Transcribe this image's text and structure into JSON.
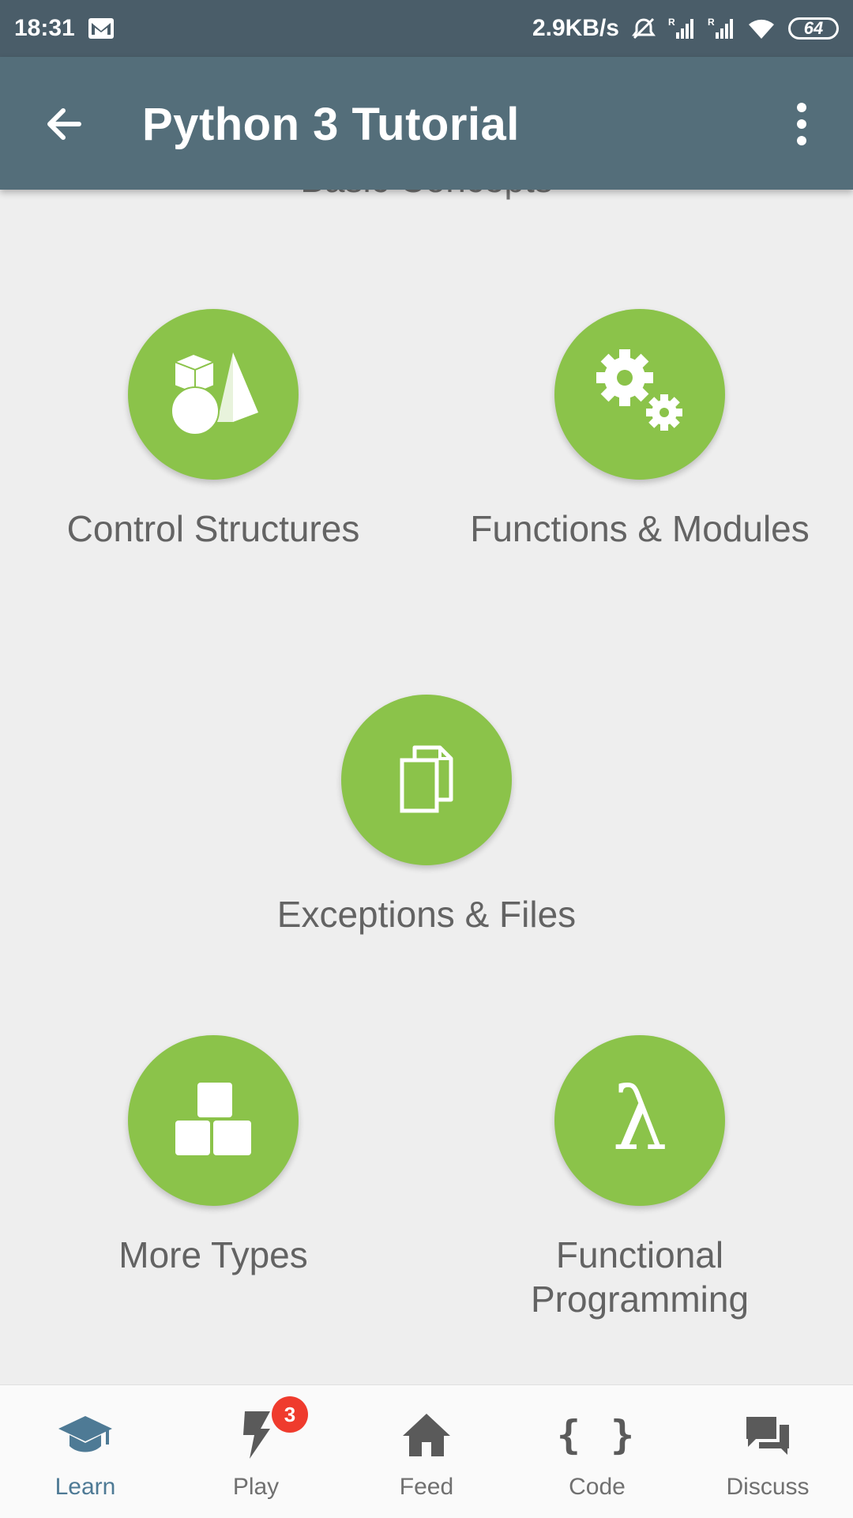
{
  "status_bar": {
    "time": "18:31",
    "net_speed": "2.9KB/s",
    "battery": "64",
    "icons": [
      "gmail-icon",
      "alarm-off-icon",
      "signal-roaming-icon",
      "signal-roaming-icon",
      "wifi-icon",
      "battery-icon"
    ]
  },
  "app_bar": {
    "title": "Python 3 Tutorial",
    "back_icon": "back-arrow-icon",
    "menu_icon": "more-vert-icon"
  },
  "section_header_partial": "Basic Concepts",
  "modules": [
    {
      "label": "Control Structures",
      "icon": "shapes-icon"
    },
    {
      "label": "Functions & Modules",
      "icon": "gears-icon"
    },
    {
      "label": "Exceptions & Files",
      "icon": "files-icon"
    },
    {
      "label": "More Types",
      "icon": "blocks-icon"
    },
    {
      "label": "Functional Programming",
      "icon": "lambda-icon"
    }
  ],
  "bottom_nav": {
    "items": [
      {
        "label": "Learn",
        "icon": "graduation-cap-icon",
        "active": true
      },
      {
        "label": "Play",
        "icon": "lightning-icon",
        "badge": "3"
      },
      {
        "label": "Feed",
        "icon": "home-icon"
      },
      {
        "label": "Code",
        "icon": "braces-icon",
        "glyph": "{ }"
      },
      {
        "label": "Discuss",
        "icon": "chat-bubbles-icon"
      }
    ]
  },
  "colors": {
    "status_bar": "#4a5d69",
    "app_bar": "#546e7a",
    "module_circle": "#8bc34a",
    "active_nav": "#4e7a95",
    "badge": "#ef3b2d"
  }
}
